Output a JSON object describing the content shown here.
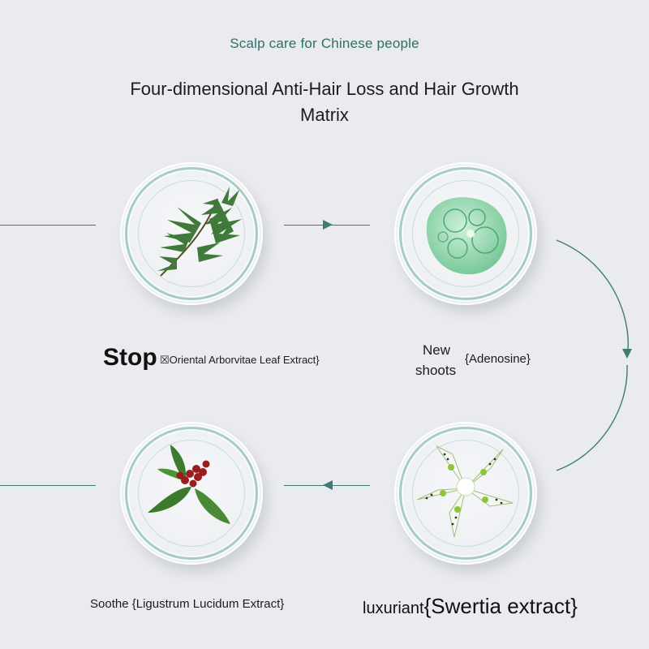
{
  "header": {
    "subtitle": "Scalp care for Chinese people",
    "title": "Four-dimensional Anti-Hair Loss and Hair Growth Matrix"
  },
  "steps": [
    {
      "keyword": "Stop",
      "ingredient": "☒Oriental Arborvitae Leaf Extract}",
      "icon": "arborvitae-leaf-icon"
    },
    {
      "keyword_line1": "New",
      "keyword_line2": "shoots",
      "ingredient": "{Adenosine}",
      "icon": "adenosine-bubbles-icon"
    },
    {
      "keyword": "luxuriant",
      "ingredient": "{Swertia extract}",
      "icon": "swertia-flower-icon"
    },
    {
      "keyword": "Soothe",
      "ingredient": "{Ligustrum Lucidum Extract}",
      "icon": "ligustrum-berries-icon"
    }
  ],
  "colors": {
    "accent": "#3f7a74",
    "background": "#eaebef"
  }
}
